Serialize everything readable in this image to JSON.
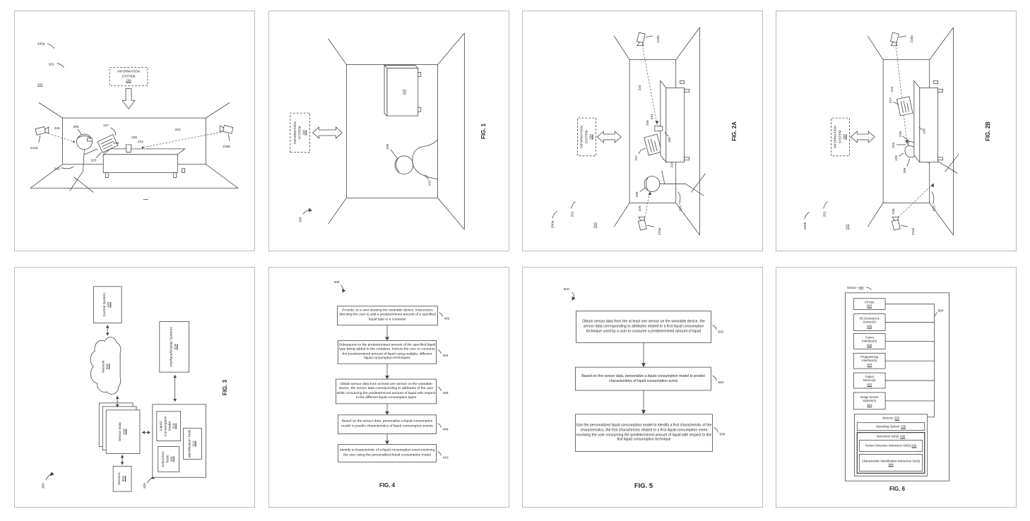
{
  "p1": {
    "n200a": "200a",
    "n201": "201",
    "n202": "202",
    "info1": "INFORMATION",
    "info2": "SYSTEM",
    "n204": "204",
    "n215a": "215a",
    "n215b": "215b",
    "n225": "225",
    "n224": "224",
    "n205": "205",
    "n247": "247",
    "n223": "223",
    "n210": "210",
    "n226": "226",
    "n234": "234",
    "n236": "236"
  },
  "f1": {
    "caption": "FIG. 1",
    "n100": "100",
    "info1": "INFORMATION",
    "info2": "SYSTEM",
    "n104": "104",
    "n110": "110",
    "n105": "105",
    "n102": "102"
  },
  "f2a": {
    "caption": "FIG. 2A",
    "n200a": "200a",
    "n201": "201",
    "n202": "202",
    "info1": "INFORMATION",
    "info2": "SYSTEM",
    "n204": "204",
    "n215a": "215a",
    "n215b": "215b",
    "n225": "225",
    "n224": "224",
    "n205": "205",
    "n247": "247",
    "n223": "223",
    "n210": "210",
    "n226": "226",
    "n234": "234",
    "n230": "230"
  },
  "f2b": {
    "caption": "FIG. 2B",
    "n200b": "200b",
    "n201": "201",
    "n202": "202",
    "info1": "INFORMATION",
    "info2": "SYSTEM",
    "n204": "204",
    "n215a": "215a",
    "n215b": "215b",
    "n225": "225",
    "n224": "224",
    "n205": "205",
    "n247": "247",
    "n223": "223",
    "n210": "210",
    "n226": "226",
    "n228": "228",
    "n229": "229",
    "n234": "234",
    "n230": "230"
  },
  "f3": {
    "caption": "FIG. 3",
    "n300": "300",
    "n335": "335",
    "control": {
      "label": "Control System",
      "num": "320"
    },
    "network": {
      "label": "Network",
      "num": "302"
    },
    "interface": {
      "label": "Interface/Display Systems",
      "num": "324"
    },
    "sensordata": {
      "label": "Sensor Data",
      "num": "310"
    },
    "sensors": {
      "label": "Sensors",
      "num": "304"
    },
    "lcm": {
      "label": "Liquid Consumption Model",
      "num": "314"
    },
    "instr": {
      "label": "Instruction Tools",
      "num": "305"
    },
    "ident": {
      "label": "Identification Tools",
      "num": "312"
    }
  },
  "f4": {
    "caption": "FIG. 4",
    "n400": "400",
    "steps": [
      {
        "text": "Provide, to a user wearing the wearable device, instructions directing the user to add a predetermined amount of a specified liquid type to a container",
        "num": "402"
      },
      {
        "text": "Subsequent to the predetermined amount of the specified liquid type being added to the container, instruct the user to consume the predetermined amount of liquid using multiple, different liquid consumption techniques",
        "num": "404"
      },
      {
        "text": "Obtain sensor data from at least one sensor on the wearable device, the sensor data corresponding to attributes of the user while consuming the predetermined amount of liquid with respect to the different liquid consumption types",
        "num": "406"
      },
      {
        "text": "Based on the sensor data, personalize a liquid consumption model to predict characteristics of liquid consumption events",
        "num": "408"
      },
      {
        "text": "Identify a characteristic of a liquid consumption event involving the user using the personalized liquid consumption model",
        "num": "410"
      }
    ]
  },
  "f5": {
    "caption": "FIG. 5",
    "n500": "500",
    "steps": [
      {
        "text": "Obtain sensor data from the at least one sensor on the wearable device, the sensor data corresponding to attributes related to a first liquid consumption technique used by a user to consume a predetermined amount of liquid",
        "num": "502"
      },
      {
        "text": "Based on the sensor data, personalize a liquid consumption model to predict characteristics of liquid consumption event",
        "num": "504"
      },
      {
        "text": "Use the personalized liquid consumption model to identify a first characteristic of the characteristics, the first characteristic related to a first liquid consumption event involving the user consuming the predetermined amount of liquid with respect to the first liquid consumption technique",
        "num": "506"
      }
    ]
  },
  "f6": {
    "caption": "FIG. 6",
    "device_label": "Device",
    "device_num": "600",
    "bus_num": "604",
    "blocks": [
      {
        "l1": "CPU(s)",
        "num": "602"
      },
      {
        "l1": "I/O Device(s) &",
        "l2": "Sensor(s)",
        "num": "606"
      },
      {
        "l1": "Comm",
        "l2": "Interface(s)",
        "num": "608"
      },
      {
        "l1": "Programming",
        "l2": "Interface(s)",
        "num": "610"
      },
      {
        "l1": "Output",
        "l2": "Device(s)",
        "num": "612"
      },
      {
        "l1": "Image Sensor",
        "l2": "System(s)",
        "num": "614"
      }
    ],
    "memory": {
      "label": "Memory",
      "num": "620"
    },
    "os": {
      "label": "Operating System",
      "num": "630"
    },
    "iset": {
      "label": "Instruction Set(s)",
      "num": "640"
    },
    "sdis": {
      "label": "Sensor Detection Instruction Set(s)",
      "num": "642"
    },
    "ciis": {
      "label": "Characteristic Identification Instruction Set(s)",
      "num": "644"
    }
  }
}
